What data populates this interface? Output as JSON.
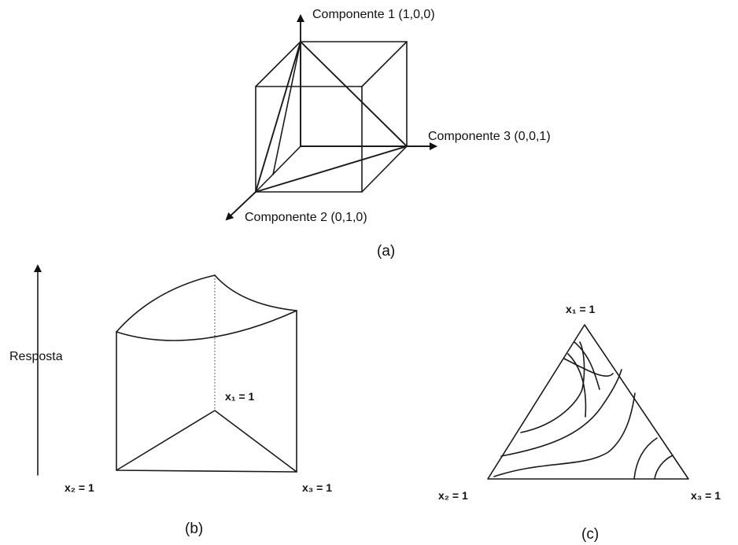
{
  "panel_a": {
    "label_component_1": "Componente 1 (1,0,0)",
    "label_component_2": "Componente 2 (0,1,0)",
    "label_component_3": "Componente 3 (0,0,1)",
    "caption": "(a)"
  },
  "panel_b": {
    "axis_label": "Resposta",
    "label_x1": "x₁ = 1",
    "label_x2": "x₂ = 1",
    "label_x3": "x₃ = 1",
    "caption": "(b)"
  },
  "panel_c": {
    "label_x1": "x₁ = 1",
    "label_x2": "x₂ = 1",
    "label_x3": "x₃ = 1",
    "caption": "(c)"
  }
}
